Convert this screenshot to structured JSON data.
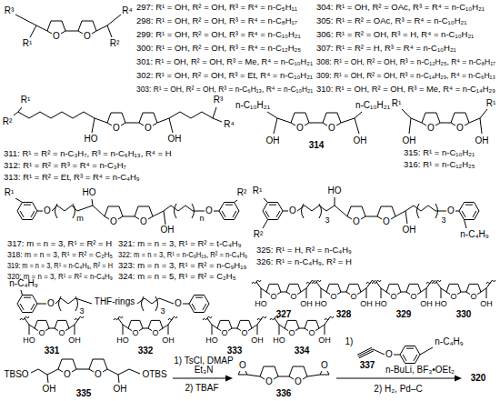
{
  "diagram": {
    "labels": [
      "R³",
      "R¹",
      "O",
      "O",
      "R²",
      "R⁴",
      "297: R¹ = OH, R² = OH, R³ = R⁴ = n-C₅H₁₁",
      "298: R¹ = OH, R² = OH, R³ = R⁴ = n-C₈H₁₇",
      "299: R¹ = OH, R² = OH, R³ = R⁴ = n-C₁₀H₂₁",
      "300: R¹ = OH, R² = OH, R³ = R⁴ = n-C₁₂H₂₅",
      "301: R¹ = OH, R² = OH, R³ = Me, R⁴ = n-C₁₀H₂₁",
      "302: R¹ = OH, R² = OH, R³ = Et, R⁴ = n-C₁₀H₂₁",
      "303: R¹ = OH, R² = OH, R³ = n-C₆H₁₃, R⁴ = n-C₁₀H₂₁",
      "304: R¹ = OH, R² = OAc, R³ = R⁴ = n-C₁₀H₂₁",
      "305: R¹ = R² = OAc, R³ = R⁴ = n-C₁₀H₂₁",
      "306: R¹ = R² = OH, R³ = H, R⁴ = n-C₁₀H₂₁",
      "307: R¹ = R² = H, R³ = R⁴ = n-C₁₀H₂₁",
      "308: R¹ = OH, R² = OH, R³ = n-C₁₂H₂₅, R⁴ = n-C₈H₁₇",
      "309: R¹ = OH, R² = OH, R³ = n-C₁₄H₂₉, R⁴ = n-C₆H₁₃",
      "310: R¹ = OH, R² = OH, R³ = Me, R⁴ = n-C₁₄H₂₉",
      "R¹",
      "R²",
      "HO",
      "O",
      "O",
      "OH",
      "R³",
      "R⁴",
      "311: R¹ = R² = n-C₃H₇, R³ = n-C₆H₁₃, R⁴ = H",
      "312: R¹ = R² = R³ = R⁴ = n-C₃H₇",
      "313: R¹ = R² = Et, R³ = R⁴ = n-C₄H₉",
      "n-C₁₀H₂₁",
      "OH",
      "O",
      "O",
      "OH",
      "n-C₁₀H₂₁",
      "314",
      "R¹",
      "OH",
      "O",
      "O",
      "OH",
      "R¹",
      "315: R¹ = n-C₁₀H₂₁",
      "316: R¹ = n-C₁₂H₂₅",
      "R¹",
      "O",
      "m",
      "HO",
      "O",
      "O",
      "OH",
      "n",
      "O",
      "R²",
      "317: m = n = 3, R¹ = R² = H",
      "318: m = n = 3, R¹ = R² = C₂H₅",
      "319: m = n = 3, R¹ = n-C₄H₉, R² = H",
      "320: m = n = 3, R¹ = R² = n-C₄H₉",
      "321: m = n = 3, R¹ = R² = t-C₄H₉",
      "322: m = n = 3, R¹ = n-C₉H₁₉, R² = n-C₄H₉",
      "323: m = n = 3, R¹ = R² = n-C₉H₁₉",
      "324: m = n = 5, R¹ = R² = C₂H₅",
      "R¹",
      "R²",
      "O",
      "3",
      "HO",
      "O",
      "O",
      "OH",
      "3",
      "O",
      "n-C₄H₉",
      "325: R¹ = H, R² = n-C₄H₉",
      "326: R¹ = n-C₄H₉, R² = H",
      "n-C₄H₉",
      "O",
      "3",
      "THF-rings",
      "3",
      "O",
      "HO",
      "O",
      "O",
      "OH",
      "327",
      "HO",
      "O",
      "O",
      "OH",
      "328",
      "HO",
      "O",
      "O",
      "OH",
      "329",
      "HO",
      "O",
      "O",
      "OH",
      "330",
      "HO",
      "O",
      "O",
      "OH",
      "331",
      "HO",
      "O",
      "O",
      "OH",
      "332",
      "HO",
      "O",
      "O",
      "OH",
      "333",
      "HO",
      "O",
      "O",
      "OH",
      "334",
      "TBSO",
      "OH",
      "O",
      "O",
      "OH",
      "OTBS",
      "335",
      "1) TsCl, DMAP",
      "Et₃N",
      "2) TBAF",
      "O",
      "O",
      "O",
      "O",
      "336",
      "1)",
      "O",
      "n-C₄H₉",
      "337",
      "n-BuLi, BF₃•OEt₂",
      "2) H₂, Pd–C",
      "320"
    ]
  }
}
